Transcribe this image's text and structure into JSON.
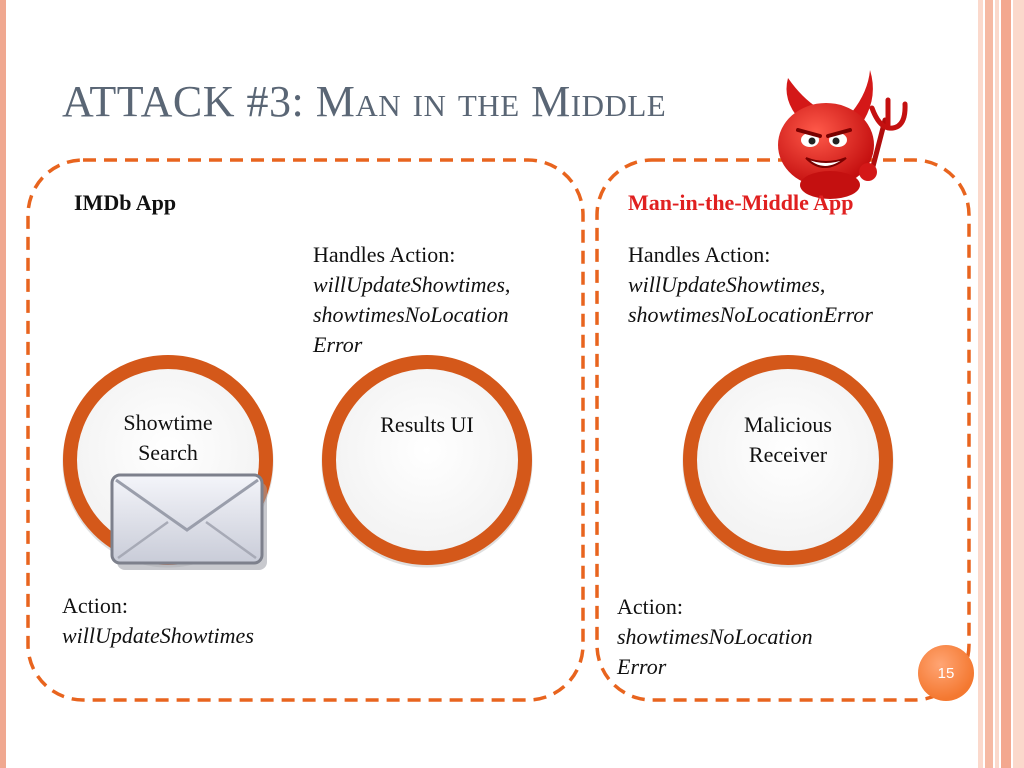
{
  "slide": {
    "title_prefix": "ATTACK #3: ",
    "title_sc": "Man in the Middle",
    "page_number": "15"
  },
  "left_panel": {
    "title": "IMDb App",
    "handles_label": "Handles Action:",
    "handles_line1": "willUpdateShowtimes",
    "handles_line1_suffix": ",",
    "handles_line2": "showtimesNoLocation",
    "handles_line3": "Error",
    "circle_left_line1": "Showtime",
    "circle_left_line2": "Search",
    "circle_right": "Results UI",
    "action_label": "Action:",
    "action_value": "willUpdateShowtimes"
  },
  "right_panel": {
    "title": "Man-in-the-Middle App",
    "handles_label": "Handles Action:",
    "handles_line1": "willUpdateShowtimes",
    "handles_line1_suffix": ",",
    "handles_line2": "showtimesNoLocationError",
    "circle_line1": "Malicious",
    "circle_line2": "Receiver",
    "action_label": "Action:",
    "action_line1": "showtimesNoLocation",
    "action_line2": "Error"
  },
  "icons": {
    "envelope": "envelope-icon",
    "devil": "devil-icon"
  },
  "colors": {
    "accent_orange": "#e8641e",
    "circle_border": "#d4581a",
    "mitm_title": "#e02020",
    "title_gray": "#5a6675"
  }
}
